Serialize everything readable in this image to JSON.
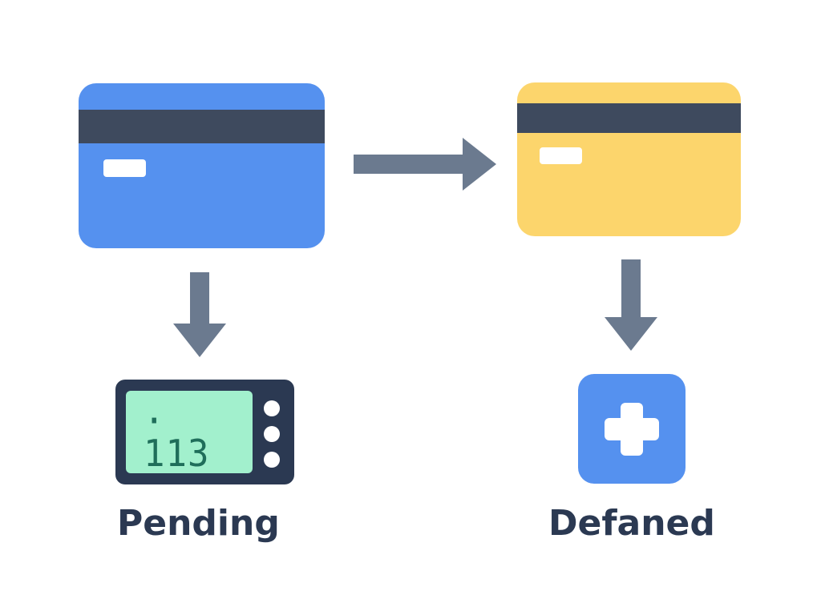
{
  "colors": {
    "blue": "#5591ef",
    "yellow": "#fcd56c",
    "stripe": "#3e4a5e",
    "arrow": "#6b7a8f",
    "navy": "#2b3952",
    "screen_fill": "#a2f0cd",
    "screen_text": "#1f6e5a",
    "white": "#ffffff",
    "label": "#2b3952"
  },
  "nodes": {
    "card_source": {
      "icon": "credit-card-icon",
      "color": "blue"
    },
    "card_target": {
      "icon": "credit-card-icon",
      "color": "yellow"
    },
    "terminal": {
      "icon": "payment-terminal-icon",
      "readout": ". 113"
    },
    "plus": {
      "icon": "plus-icon"
    }
  },
  "labels": {
    "pending": "Pending",
    "defaned": "Defaned"
  },
  "edges": [
    {
      "from": "card_source",
      "to": "card_target"
    },
    {
      "from": "card_source",
      "to": "terminal"
    },
    {
      "from": "card_target",
      "to": "plus"
    }
  ]
}
